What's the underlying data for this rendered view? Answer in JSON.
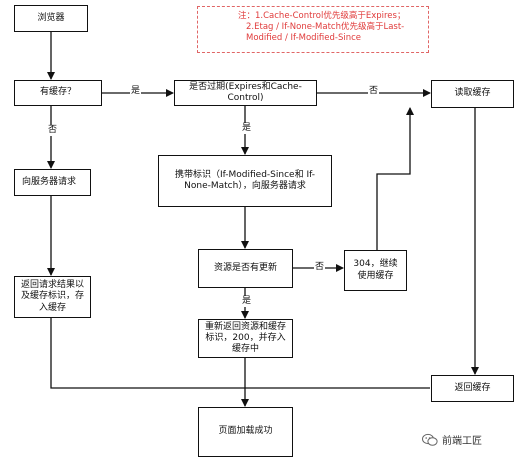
{
  "nodes": {
    "browser": "浏览器",
    "has_cache": "有缓存？",
    "expired": "是否过期(Expires和Cache-Control)",
    "read_cache": "读取缓存",
    "request_server": "向服务器请求",
    "carry_tags": "携带标识（If-Modified-Since和 If-None-Match），向服务器请求",
    "updated": "资源是否有更新",
    "not_modified": "304，继续使用缓存",
    "store_result": "返回请求结果以及缓存标识，存入缓存",
    "new_resource": "重新返回资源和缓存标识，200，并存入缓存中",
    "return_cache": "返回缓存",
    "page_loaded": "页面加载成功"
  },
  "note": {
    "line1": "注：1.Cache-Control优先级高于Expires；",
    "line2": "2.Etag / If-None-Match优先级高于Last-",
    "line3": "Modified / If-Modified-Since"
  },
  "edge_labels": {
    "has_cache_yes": "是",
    "has_cache_no": "否",
    "expired_yes": "是",
    "expired_no": "否",
    "updated_yes": "是",
    "updated_no": "否"
  },
  "watermark": "前端工匠"
}
